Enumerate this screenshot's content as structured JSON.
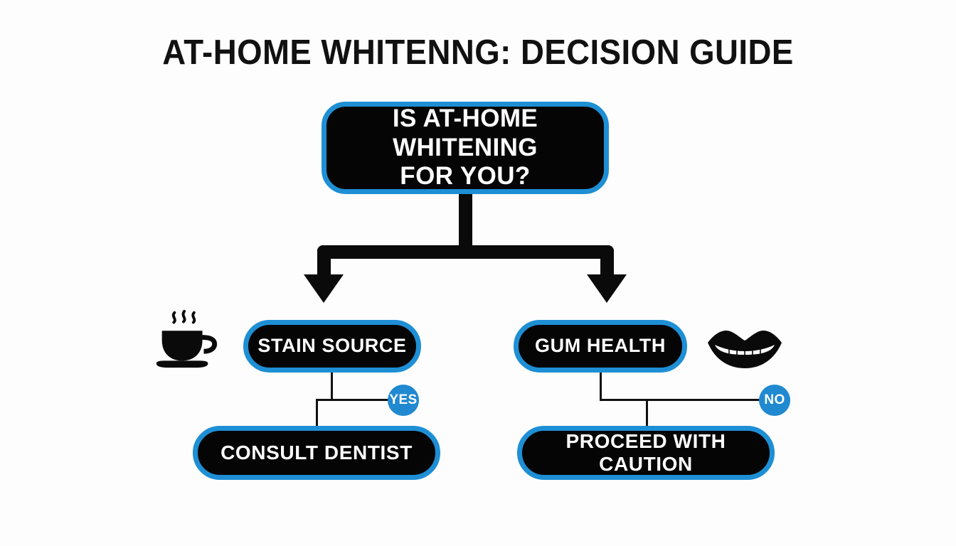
{
  "diagram": {
    "title": "AT-HOME WHITENNG: DECISION GUIDE",
    "type": "decision-flowchart",
    "background_color": "#fdfdfd",
    "accent_color": "#1e8fd5",
    "badge_color": "#2089d0",
    "node_fill_color": "#050505",
    "node_text_color": "#ffffff",
    "connector_color": "#0a0a0a"
  },
  "nodes": {
    "root": {
      "id": "root",
      "line1": "IS AT-HOME WHITENING",
      "line2": "FOR YOU?",
      "shape": "rounded-rect",
      "role": "question"
    },
    "branch_left": {
      "id": "stain-source",
      "label": "STAIN SOURCE",
      "shape": "pill",
      "role": "criterion"
    },
    "branch_right": {
      "id": "gum-health",
      "label": "GUM HEALTH",
      "shape": "pill",
      "role": "criterion"
    },
    "outcome_left": {
      "id": "consult-dentist",
      "label": "CONSULT DENTIST",
      "shape": "pill",
      "role": "outcome"
    },
    "outcome_right": {
      "id": "proceed-with-caution",
      "label": "PROCEED WITH CAUTION",
      "shape": "pill",
      "role": "outcome"
    }
  },
  "badges": {
    "yes": {
      "label": "YES",
      "from": "STAIN SOURCE",
      "to": "CONSULT DENTIST"
    },
    "no": {
      "label": "NO",
      "from": "GUM HEALTH",
      "to": "PROCEED WITH CAUTION"
    }
  },
  "icons": {
    "coffee": {
      "name": "coffee-cup-icon",
      "meaning": "stain source such as coffee or tea",
      "color": "#0a0a0a"
    },
    "lips": {
      "name": "mouth-lips-icon",
      "meaning": "gum and mouth health",
      "color": "#0a0a0a"
    }
  },
  "edges": [
    {
      "from": "IS AT-HOME WHITENING FOR YOU?",
      "to": "STAIN SOURCE",
      "label": "",
      "style": "thick-arrow"
    },
    {
      "from": "IS AT-HOME WHITENING FOR YOU?",
      "to": "GUM HEALTH",
      "label": "",
      "style": "thick-arrow"
    },
    {
      "from": "STAIN SOURCE",
      "to": "CONSULT DENTIST",
      "label": "YES",
      "style": "thin-line"
    },
    {
      "from": "GUM HEALTH",
      "to": "PROCEED WITH CAUTION",
      "label": "NO",
      "style": "thin-line"
    }
  ]
}
